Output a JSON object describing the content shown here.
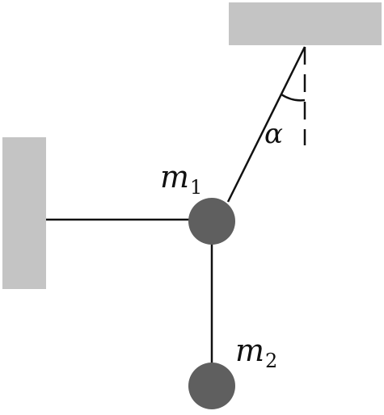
{
  "labels": {
    "m1_symbol": "m",
    "m1_subscript": "1",
    "m2_symbol": "m",
    "m2_subscript": "2",
    "angle": "α"
  },
  "colors": {
    "support": "#c4c4c4",
    "mass": "#5f5f5f",
    "rod": "#111111",
    "background": "#ffffff"
  }
}
